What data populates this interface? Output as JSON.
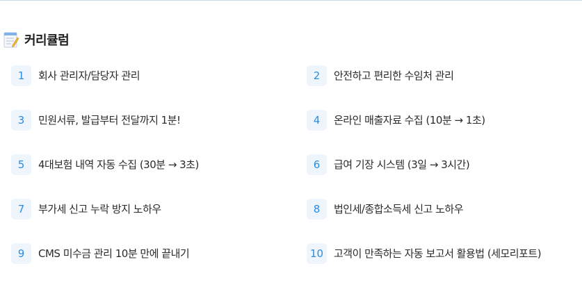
{
  "header": {
    "title": "커리큘럼",
    "icon": "memo-icon"
  },
  "colors": {
    "accent": "#2b8de0",
    "badge_bg": "#eef5fd",
    "top_border": "#c9dcef"
  },
  "curriculum": [
    {
      "num": "1",
      "label": "회사 관리자/담당자 관리"
    },
    {
      "num": "2",
      "label": "안전하고 편리한 수임처 관리"
    },
    {
      "num": "3",
      "label": "민원서류, 발급부터 전달까지 1분!"
    },
    {
      "num": "4",
      "label": "온라인 매출자료 수집 (10분 → 1초)"
    },
    {
      "num": "5",
      "label": "4대보험 내역 자동 수집 (30분 → 3초)"
    },
    {
      "num": "6",
      "label": "급여 기장 시스템 (3일 → 3시간)"
    },
    {
      "num": "7",
      "label": "부가세 신고 누락 방지 노하우"
    },
    {
      "num": "8",
      "label": "법인세/종합소득세 신고 노하우"
    },
    {
      "num": "9",
      "label": "CMS 미수금 관리 10분 만에 끝내기"
    },
    {
      "num": "10",
      "label": "고객이 만족하는 자동 보고서 활용법 (세모리포트)"
    }
  ]
}
